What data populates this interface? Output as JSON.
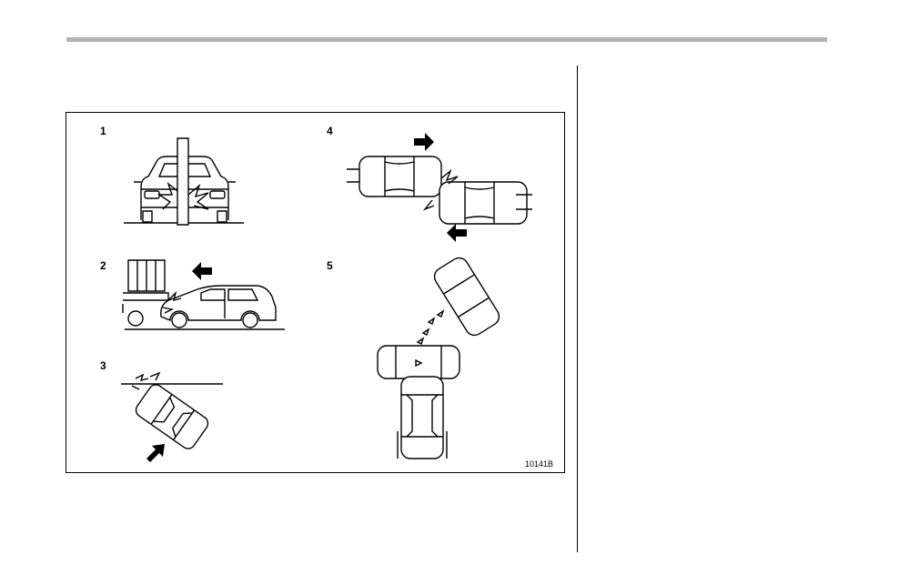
{
  "figure": {
    "panels": [
      {
        "number": "1",
        "depiction": "frontal-pole"
      },
      {
        "number": "2",
        "depiction": "rear-end-under-truck"
      },
      {
        "number": "3",
        "depiction": "oblique-front"
      },
      {
        "number": "4",
        "depiction": "head-on-offset"
      },
      {
        "number": "5",
        "depiction": "side-impact-and-angled"
      }
    ],
    "code": "10141B"
  },
  "colors": {
    "rule": "#b3b3b3",
    "line": "#000000",
    "page": "#ffffff"
  }
}
